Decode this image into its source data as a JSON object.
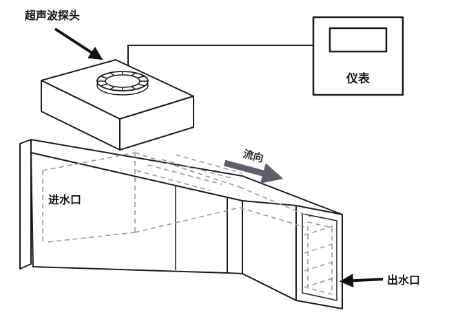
{
  "diagram": {
    "labels": {
      "probe": "超声波探头",
      "meter": "仪表",
      "flow_direction": "流向",
      "inlet": "进水口",
      "outlet": "出水口"
    },
    "colors": {
      "outline": "#1a1a1a",
      "hidden_line": "#9a9a9a",
      "flow_arrow": "#5f5f6a",
      "background": "#ffffff"
    }
  }
}
